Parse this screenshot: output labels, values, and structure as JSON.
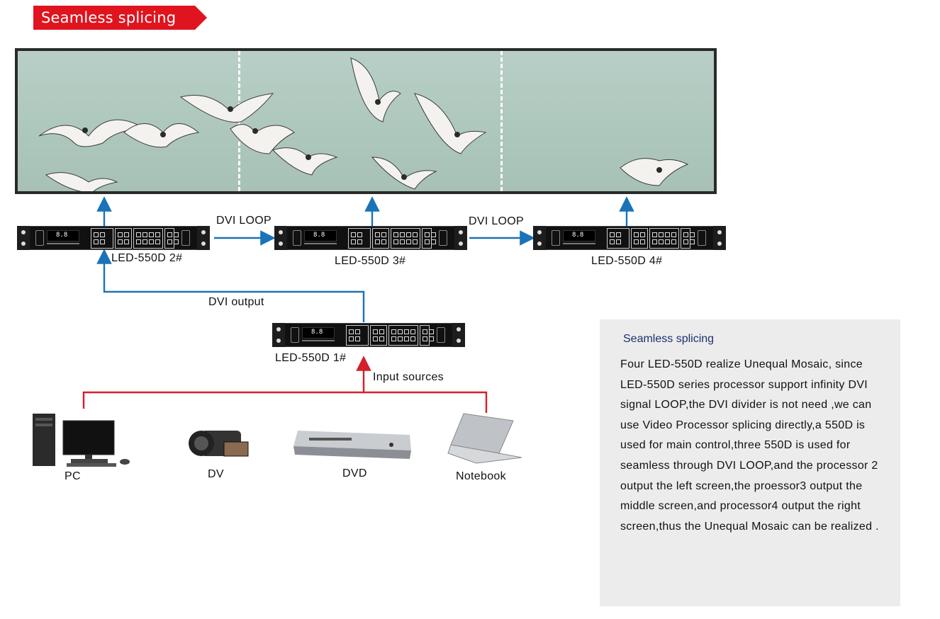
{
  "header": {
    "title": "Seamless splicing",
    "ribbon_color": "#e0141e"
  },
  "diagram": {
    "devices": [
      {
        "label": "LED-550D 2#",
        "display": "8.8"
      },
      {
        "label": "LED-550D 3#",
        "display": "8.8"
      },
      {
        "label": "LED-550D 4#",
        "display": "8.8"
      },
      {
        "label": "LED-550D 1#",
        "display": "8.8"
      }
    ],
    "edge_labels": {
      "dvi_loop_1": "DVI LOOP",
      "dvi_loop_2": "DVI LOOP",
      "dvi_output": "DVI output",
      "input_sources": "Input sources"
    },
    "sources": [
      {
        "label": "PC",
        "icon": "pc-icon"
      },
      {
        "label": "DV",
        "icon": "camcorder-icon"
      },
      {
        "label": "DVD",
        "icon": "dvd-player-icon"
      },
      {
        "label": "Notebook",
        "icon": "laptop-icon"
      }
    ],
    "colors": {
      "blue_arrow": "#1a73b8",
      "red_arrow": "#d3202a",
      "screen_border": "#2a2a2a"
    }
  },
  "info": {
    "title": "Seamless splicing",
    "title_color": "#1f2f6e",
    "body": "Four LED-550D realize Unequal Mosaic, since LED-550D series processor support infinity DVI signal LOOP,the DVI divider is not need ,we can use Video Processor splicing directly,a 550D is used for main control,three 550D is used for seamless through DVI LOOP,and  the processor 2 output the left screen,the proessor3 output the middle screen,and processor4 output the right screen,thus the Unequal Mosaic can be realized .",
    "background": "#ececec"
  }
}
